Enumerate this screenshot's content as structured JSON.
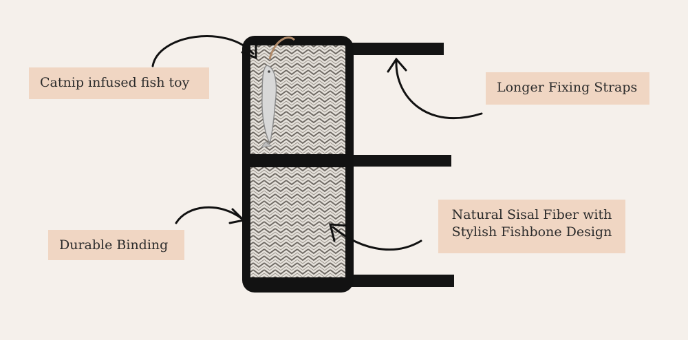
{
  "labels": {
    "fish_toy": "Catnip infused fish toy",
    "straps": "Longer Fixing Straps",
    "binding": "Durable Binding",
    "sisal_line1": "Natural Sisal Fiber with",
    "sisal_line2": "Stylish Fishbone Design"
  },
  "colors": {
    "background": "#f5f0eb",
    "label_bg": "#f0d6c3",
    "binding": "#121212",
    "sisal_light": "#e6e2dc",
    "sisal_dark": "#6f6a64"
  }
}
